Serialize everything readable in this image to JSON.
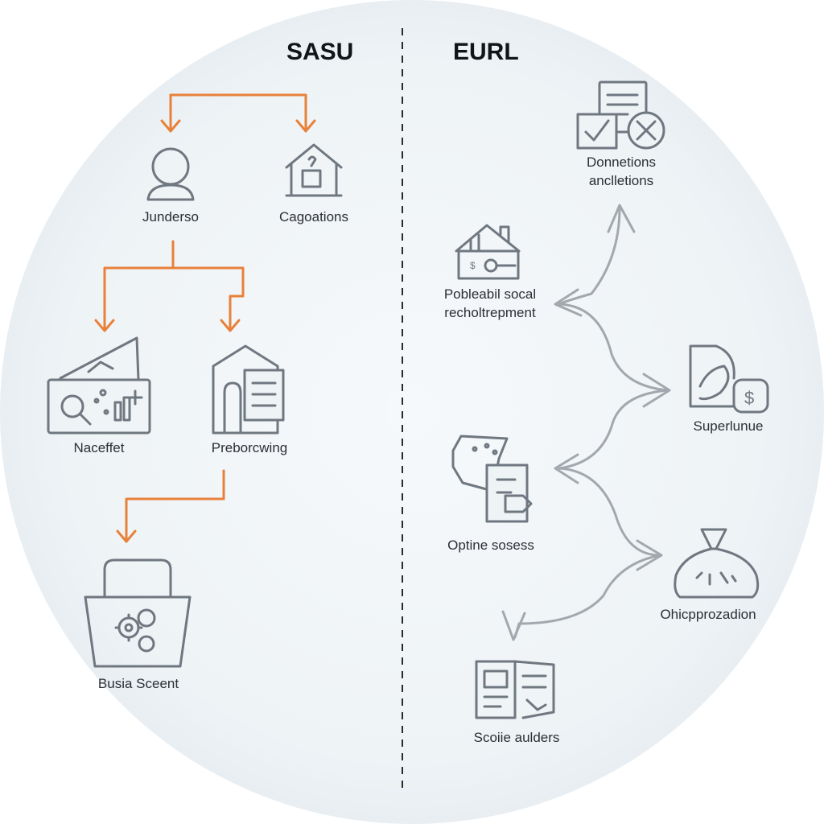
{
  "headings": {
    "left": "SASU",
    "right": "EURL"
  },
  "left_nodes": {
    "jundersо": "Junderso",
    "cagoations": "Cagoations",
    "naceffet": "Naceffet",
    "preborcwing": "Preborcwing",
    "busia": "Busia Sceent"
  },
  "right_nodes": {
    "donnetions_line1": "Donnetions",
    "donnetions_line2": "anclletions",
    "pobleabil_line1": "Pobleabil socal",
    "pobleabil_line2": "recholtrepment",
    "superlunue": "Superlunue",
    "optine": "Optine sosess",
    "ohicpprozadion": "Ohicpprozadion",
    "scoiie": "Scoiie aulders"
  },
  "colors": {
    "accent_orange": "#e8813a",
    "icon_gray": "#6f7780",
    "arrow_gray": "#a3a8ae",
    "circle_bg": "#eef3f6",
    "divider": "#2a2a2a"
  }
}
